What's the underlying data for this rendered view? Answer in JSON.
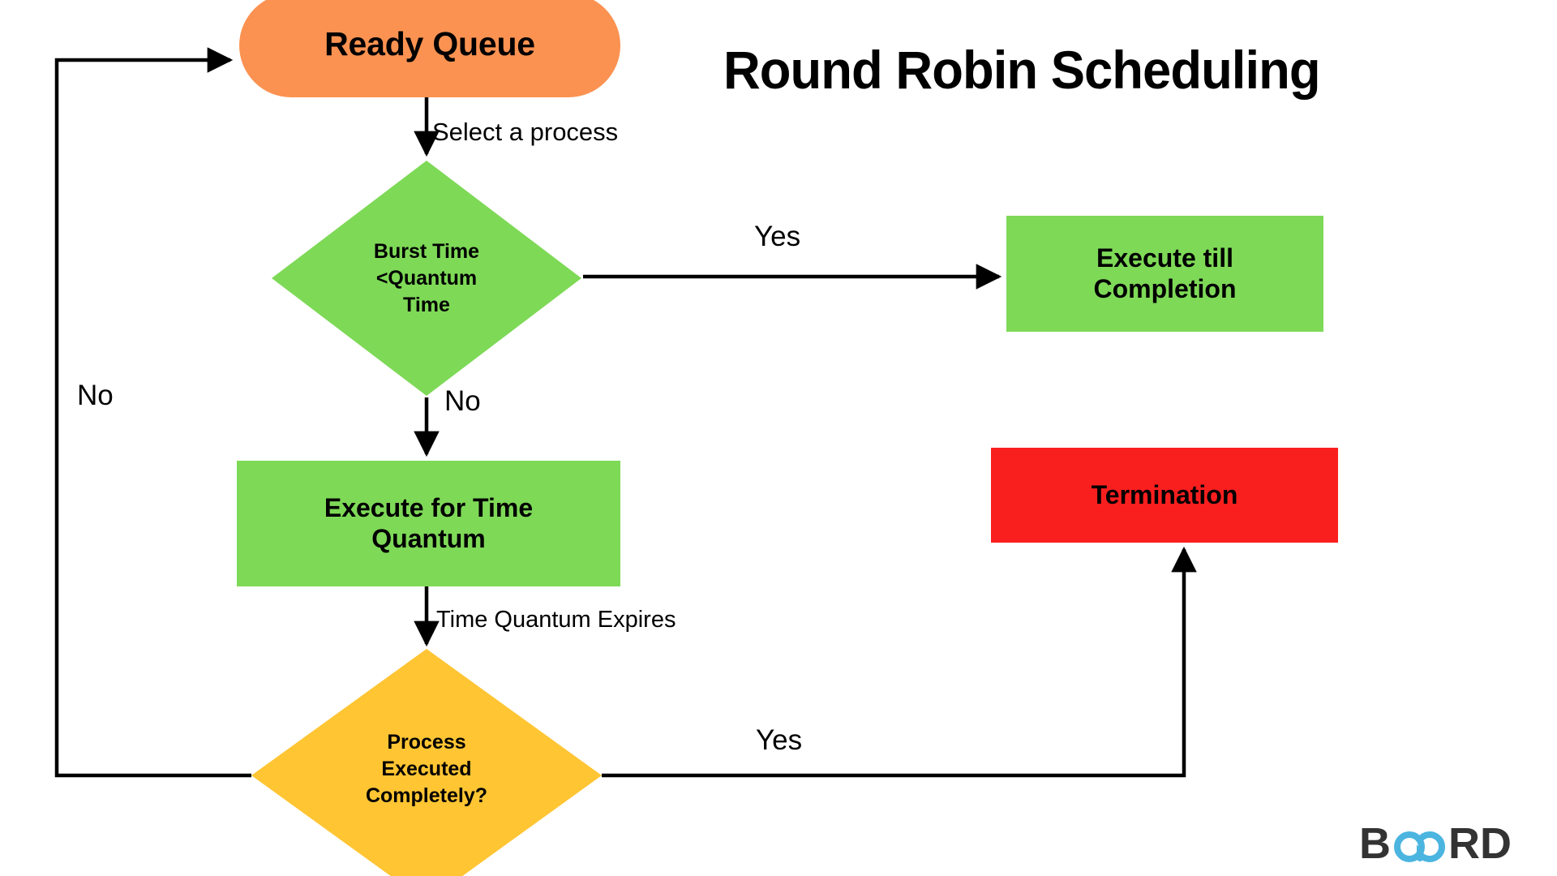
{
  "title": "Round Robin Scheduling",
  "palette": {
    "ready_queue": "#FB9251",
    "process_green": "#7ED957",
    "decision_yellow": "#FFC533",
    "termination_red": "#FA1F1F",
    "edge_stroke": "#000000",
    "background": "#FFFFFF",
    "logo_dark": "#333333",
    "logo_blue": "#4BB5E0"
  },
  "nodes": {
    "ready_queue": {
      "label": "Ready Queue",
      "shape": "rounded-rect",
      "color": "#FB9251"
    },
    "burst_decision": {
      "label": "Burst Time <Quantum Time",
      "shape": "diamond",
      "color": "#7ED957",
      "lines": [
        "Burst Time",
        "<Quantum",
        "Time"
      ]
    },
    "execute_completion": {
      "label": "Execute till Completion",
      "shape": "rect",
      "color": "#7ED957",
      "lines": [
        "Execute till",
        "Completion"
      ]
    },
    "execute_quantum": {
      "label": "Execute for Time Quantum",
      "shape": "rect",
      "color": "#7ED957",
      "lines": [
        "Execute for Time",
        "Quantum"
      ]
    },
    "termination": {
      "label": "Termination",
      "shape": "rect",
      "color": "#FA1F1F"
    },
    "complete_decision": {
      "label": "Process Executed Completely?",
      "shape": "diamond",
      "color": "#FFC533",
      "lines": [
        "Process",
        "Executed",
        "Completely?"
      ]
    }
  },
  "edge_labels": {
    "select_process": "Select a process",
    "yes_to_completion": "Yes",
    "no_to_quantum": "No",
    "no_return_to_queue": "No",
    "time_quantum_expires": "Time Quantum Expires",
    "yes_to_termination": "Yes"
  },
  "edges": [
    {
      "from": "ready_queue",
      "to": "burst_decision",
      "label": "Select a process"
    },
    {
      "from": "burst_decision",
      "to": "execute_completion",
      "label": "Yes"
    },
    {
      "from": "burst_decision",
      "to": "execute_quantum",
      "label": "No"
    },
    {
      "from": "execute_quantum",
      "to": "complete_decision",
      "label": "Time Quantum Expires"
    },
    {
      "from": "complete_decision",
      "to": "termination",
      "label": "Yes"
    },
    {
      "from": "complete_decision",
      "to": "ready_queue",
      "label": "No"
    }
  ],
  "logo": {
    "text": "BOARD",
    "part_left": "B",
    "part_mark": "OA",
    "part_right": "RD"
  }
}
